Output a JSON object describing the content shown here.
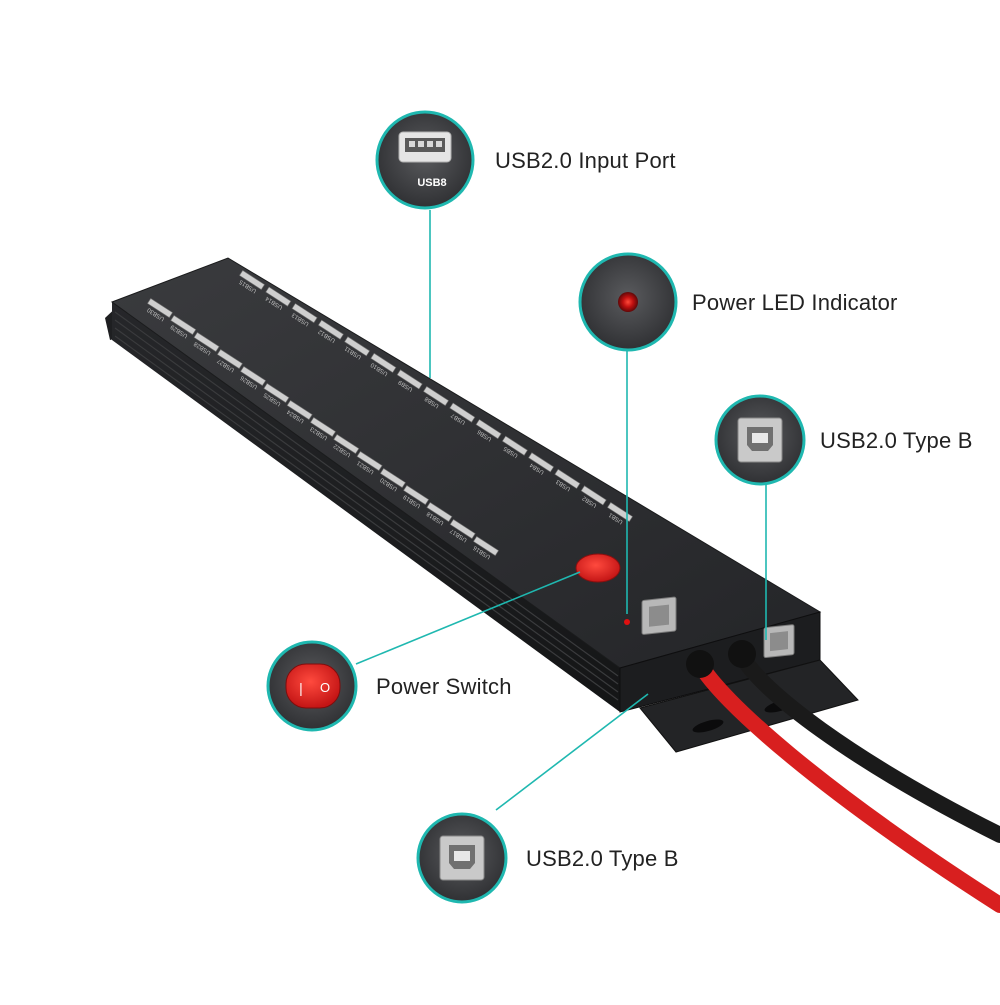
{
  "callouts": {
    "input_port": {
      "label": "USB2.0 Input Port",
      "port_text": "USB8"
    },
    "power_led": {
      "label": "Power LED Indicator"
    },
    "type_b_right": {
      "label": "USB2.0 Type B"
    },
    "power_switch": {
      "label": "Power Switch",
      "on_symbol": "|",
      "off_symbol": "O"
    },
    "type_b_bottom": {
      "label": "USB2.0 Type B"
    }
  },
  "port_labels": {
    "back_row": [
      "USB15",
      "USB14",
      "USB13",
      "USB12",
      "USB11",
      "USB10",
      "USB9",
      "USB8",
      "USB7",
      "USB6",
      "USB5",
      "USB4",
      "USB3",
      "USB2",
      "USB1"
    ],
    "front_row": [
      "USB30",
      "USB29",
      "USB28",
      "USB27",
      "USB26",
      "USB25",
      "USB24",
      "USB23",
      "USB22",
      "USB21",
      "USB20",
      "USB19",
      "USB18",
      "USB17",
      "USB16"
    ]
  },
  "colors": {
    "accent_teal": "#1fb8b0",
    "hub_body": "#2b2c2e",
    "cable_red": "#d81f1f",
    "cable_black": "#1a1a1a",
    "led_red": "#e01010"
  }
}
